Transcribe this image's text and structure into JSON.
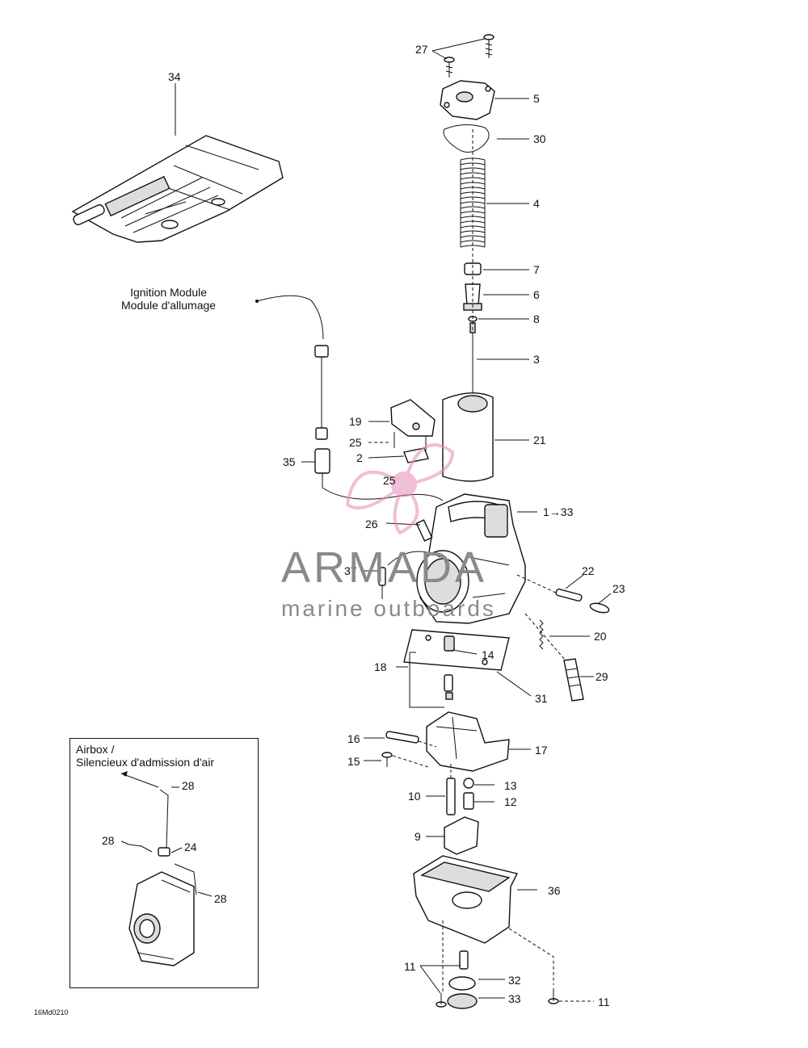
{
  "diagram": {
    "ignition_label_en": "Ignition Module",
    "ignition_label_fr": "Module d'allumage",
    "airbox_label_en": "Airbox /",
    "airbox_label_fr": "Silencieux d'admission d'air",
    "drawing_code": "16Md0210",
    "watermark": {
      "brand": "ARMADA",
      "tagline": "marine outboards",
      "color": "#e48ab6"
    },
    "callouts": {
      "c27": "27",
      "c5": "5",
      "c30": "30",
      "c4": "4",
      "c7": "7",
      "c6": "6",
      "c8": "8",
      "c3": "3",
      "c34": "34",
      "c19": "19",
      "c21": "21",
      "c25a": "25",
      "c2": "2",
      "c35": "35",
      "c25b": "25",
      "c1_33": "1→33",
      "c26": "26",
      "c37": "37",
      "c22": "22",
      "c23": "23",
      "c20": "20",
      "c14": "14",
      "c18": "18",
      "c29": "29",
      "c31": "31",
      "c16": "16",
      "c17": "17",
      "c15": "15",
      "c13": "13",
      "c10": "10",
      "c12": "12",
      "c9": "9",
      "c36": "36",
      "c11a": "11",
      "c32": "32",
      "c33": "33",
      "c11b": "11",
      "c28a": "28",
      "c28b": "28",
      "c24": "24",
      "c28c": "28"
    }
  }
}
